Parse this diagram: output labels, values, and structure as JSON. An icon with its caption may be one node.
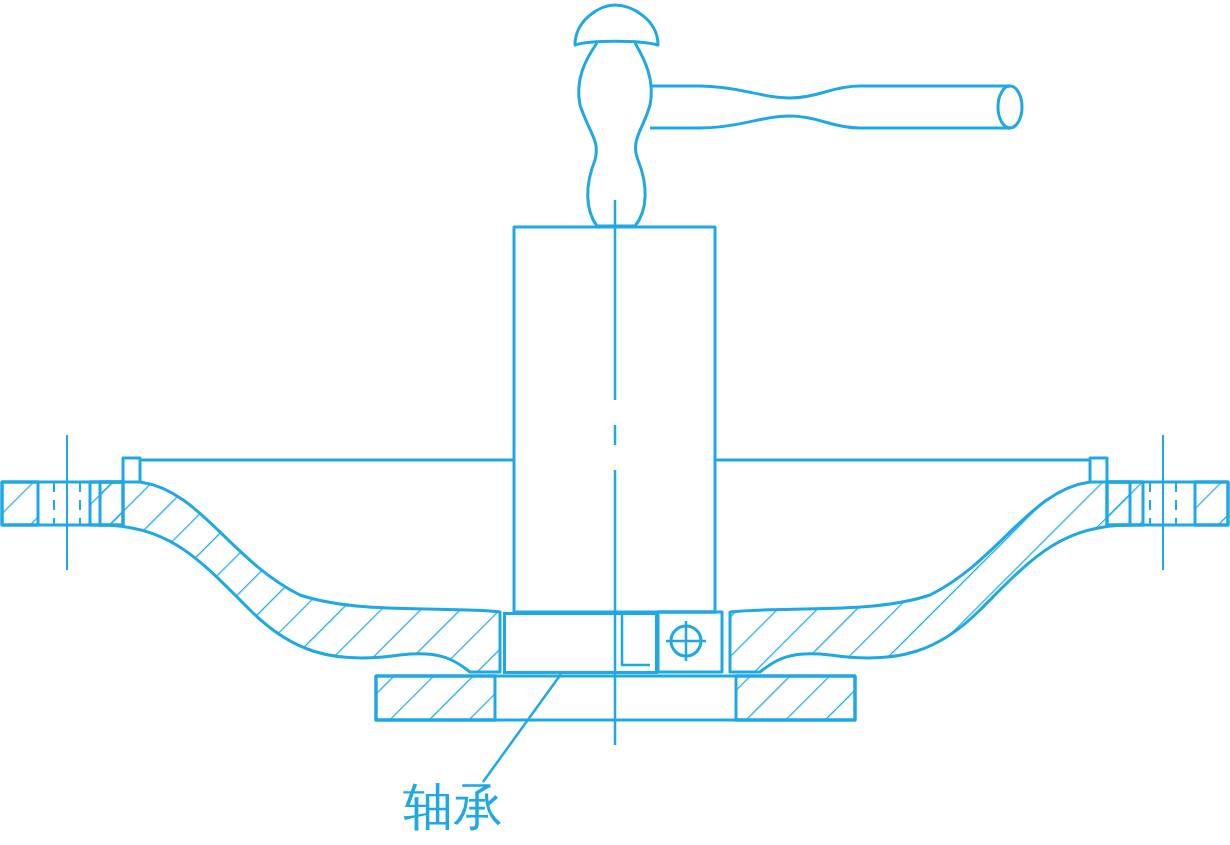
{
  "diagram": {
    "nodes": [
      {
        "text": [
          "轴承"
        ]
      },
      {
        "text": [],
        "shape": "box"
      }
    ],
    "edges": [
      {
        "from": 0,
        "to": 1,
        "arrow": "none"
      }
    ]
  }
}
